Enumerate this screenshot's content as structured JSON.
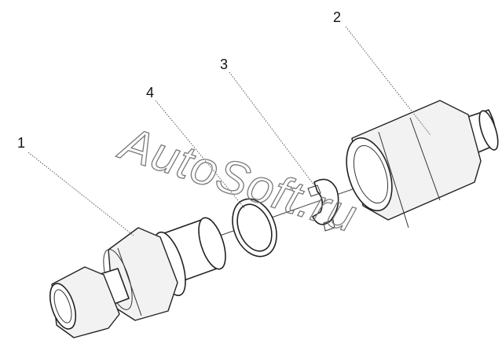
{
  "callouts": [
    {
      "id": "1",
      "text": "1"
    },
    {
      "id": "2",
      "text": "2"
    },
    {
      "id": "3",
      "text": "3"
    },
    {
      "id": "4",
      "text": "4"
    }
  ],
  "watermark": {
    "text": "AutoSoft.ru"
  },
  "colors": {
    "line": "#222222",
    "background": "#ffffff",
    "watermark": "#7a7a7a"
  }
}
